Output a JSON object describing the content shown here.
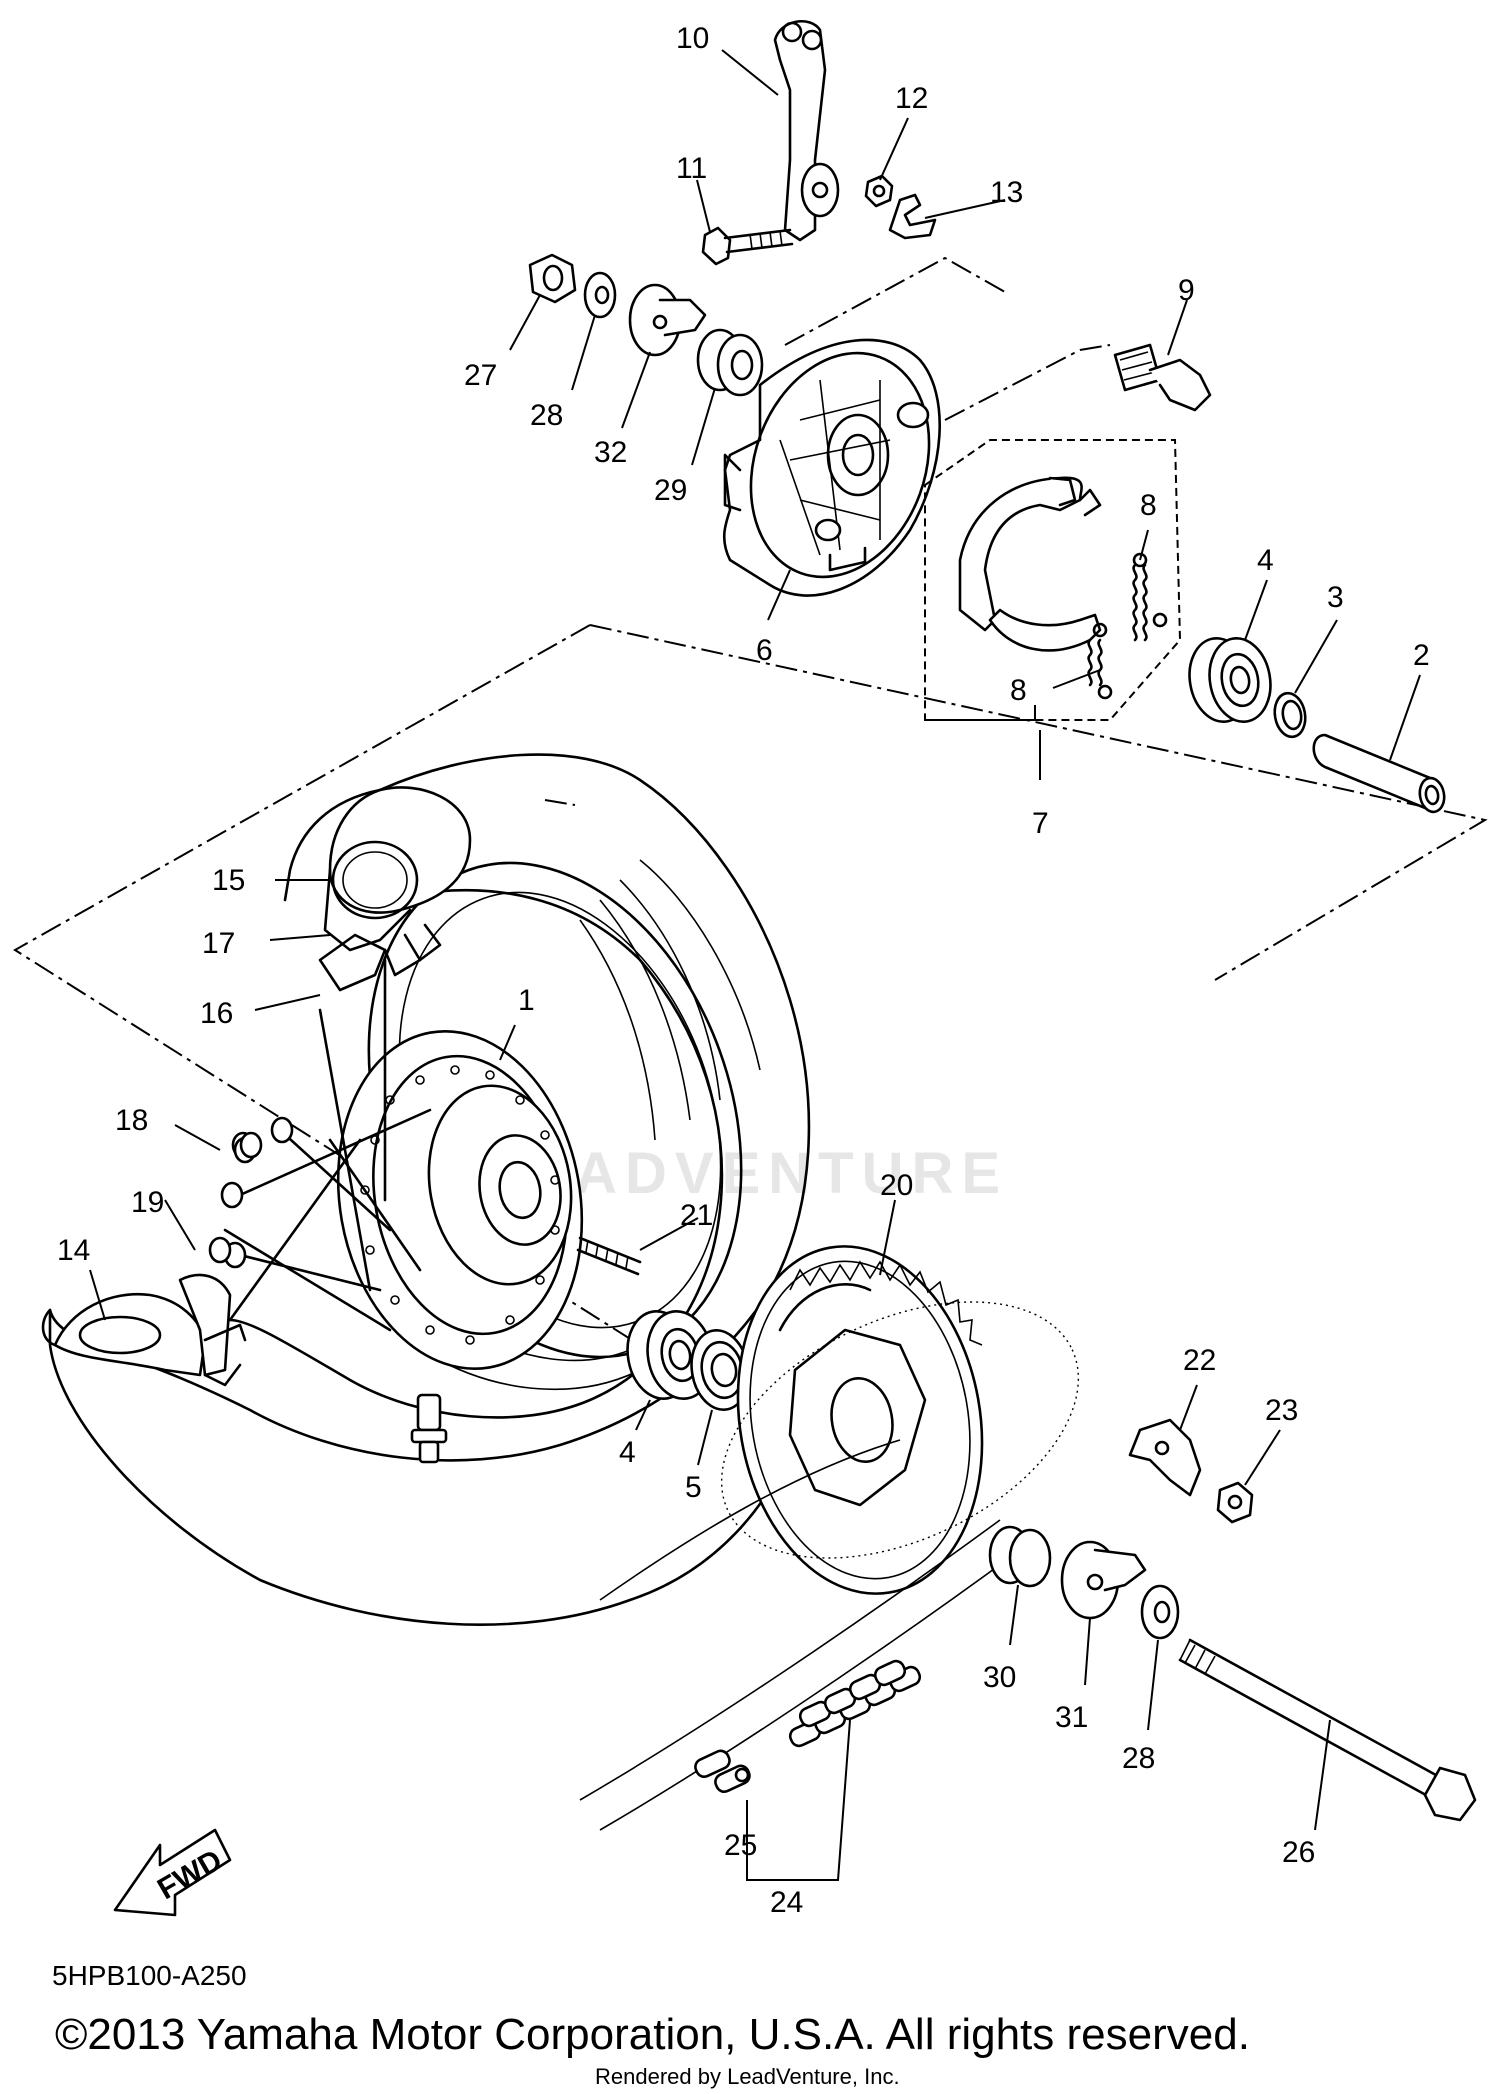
{
  "diagram": {
    "part_labels": [
      "1",
      "2",
      "3",
      "4",
      "4",
      "5",
      "6",
      "7",
      "8",
      "8",
      "9",
      "10",
      "11",
      "12",
      "13",
      "14",
      "15",
      "16",
      "17",
      "18",
      "19",
      "20",
      "21",
      "22",
      "23",
      "24",
      "25",
      "26",
      "27",
      "28",
      "28",
      "29",
      "30",
      "31",
      "32"
    ],
    "fwd_label": "FWD",
    "watermark": "LEADVENTURE"
  },
  "footer": {
    "diagram_code": "5HPB100-A250",
    "copyright": "©2013 Yamaha Motor Corporation, U.S.A. All rights reserved.",
    "rendered_by": "Rendered by LeadVenture, Inc."
  }
}
